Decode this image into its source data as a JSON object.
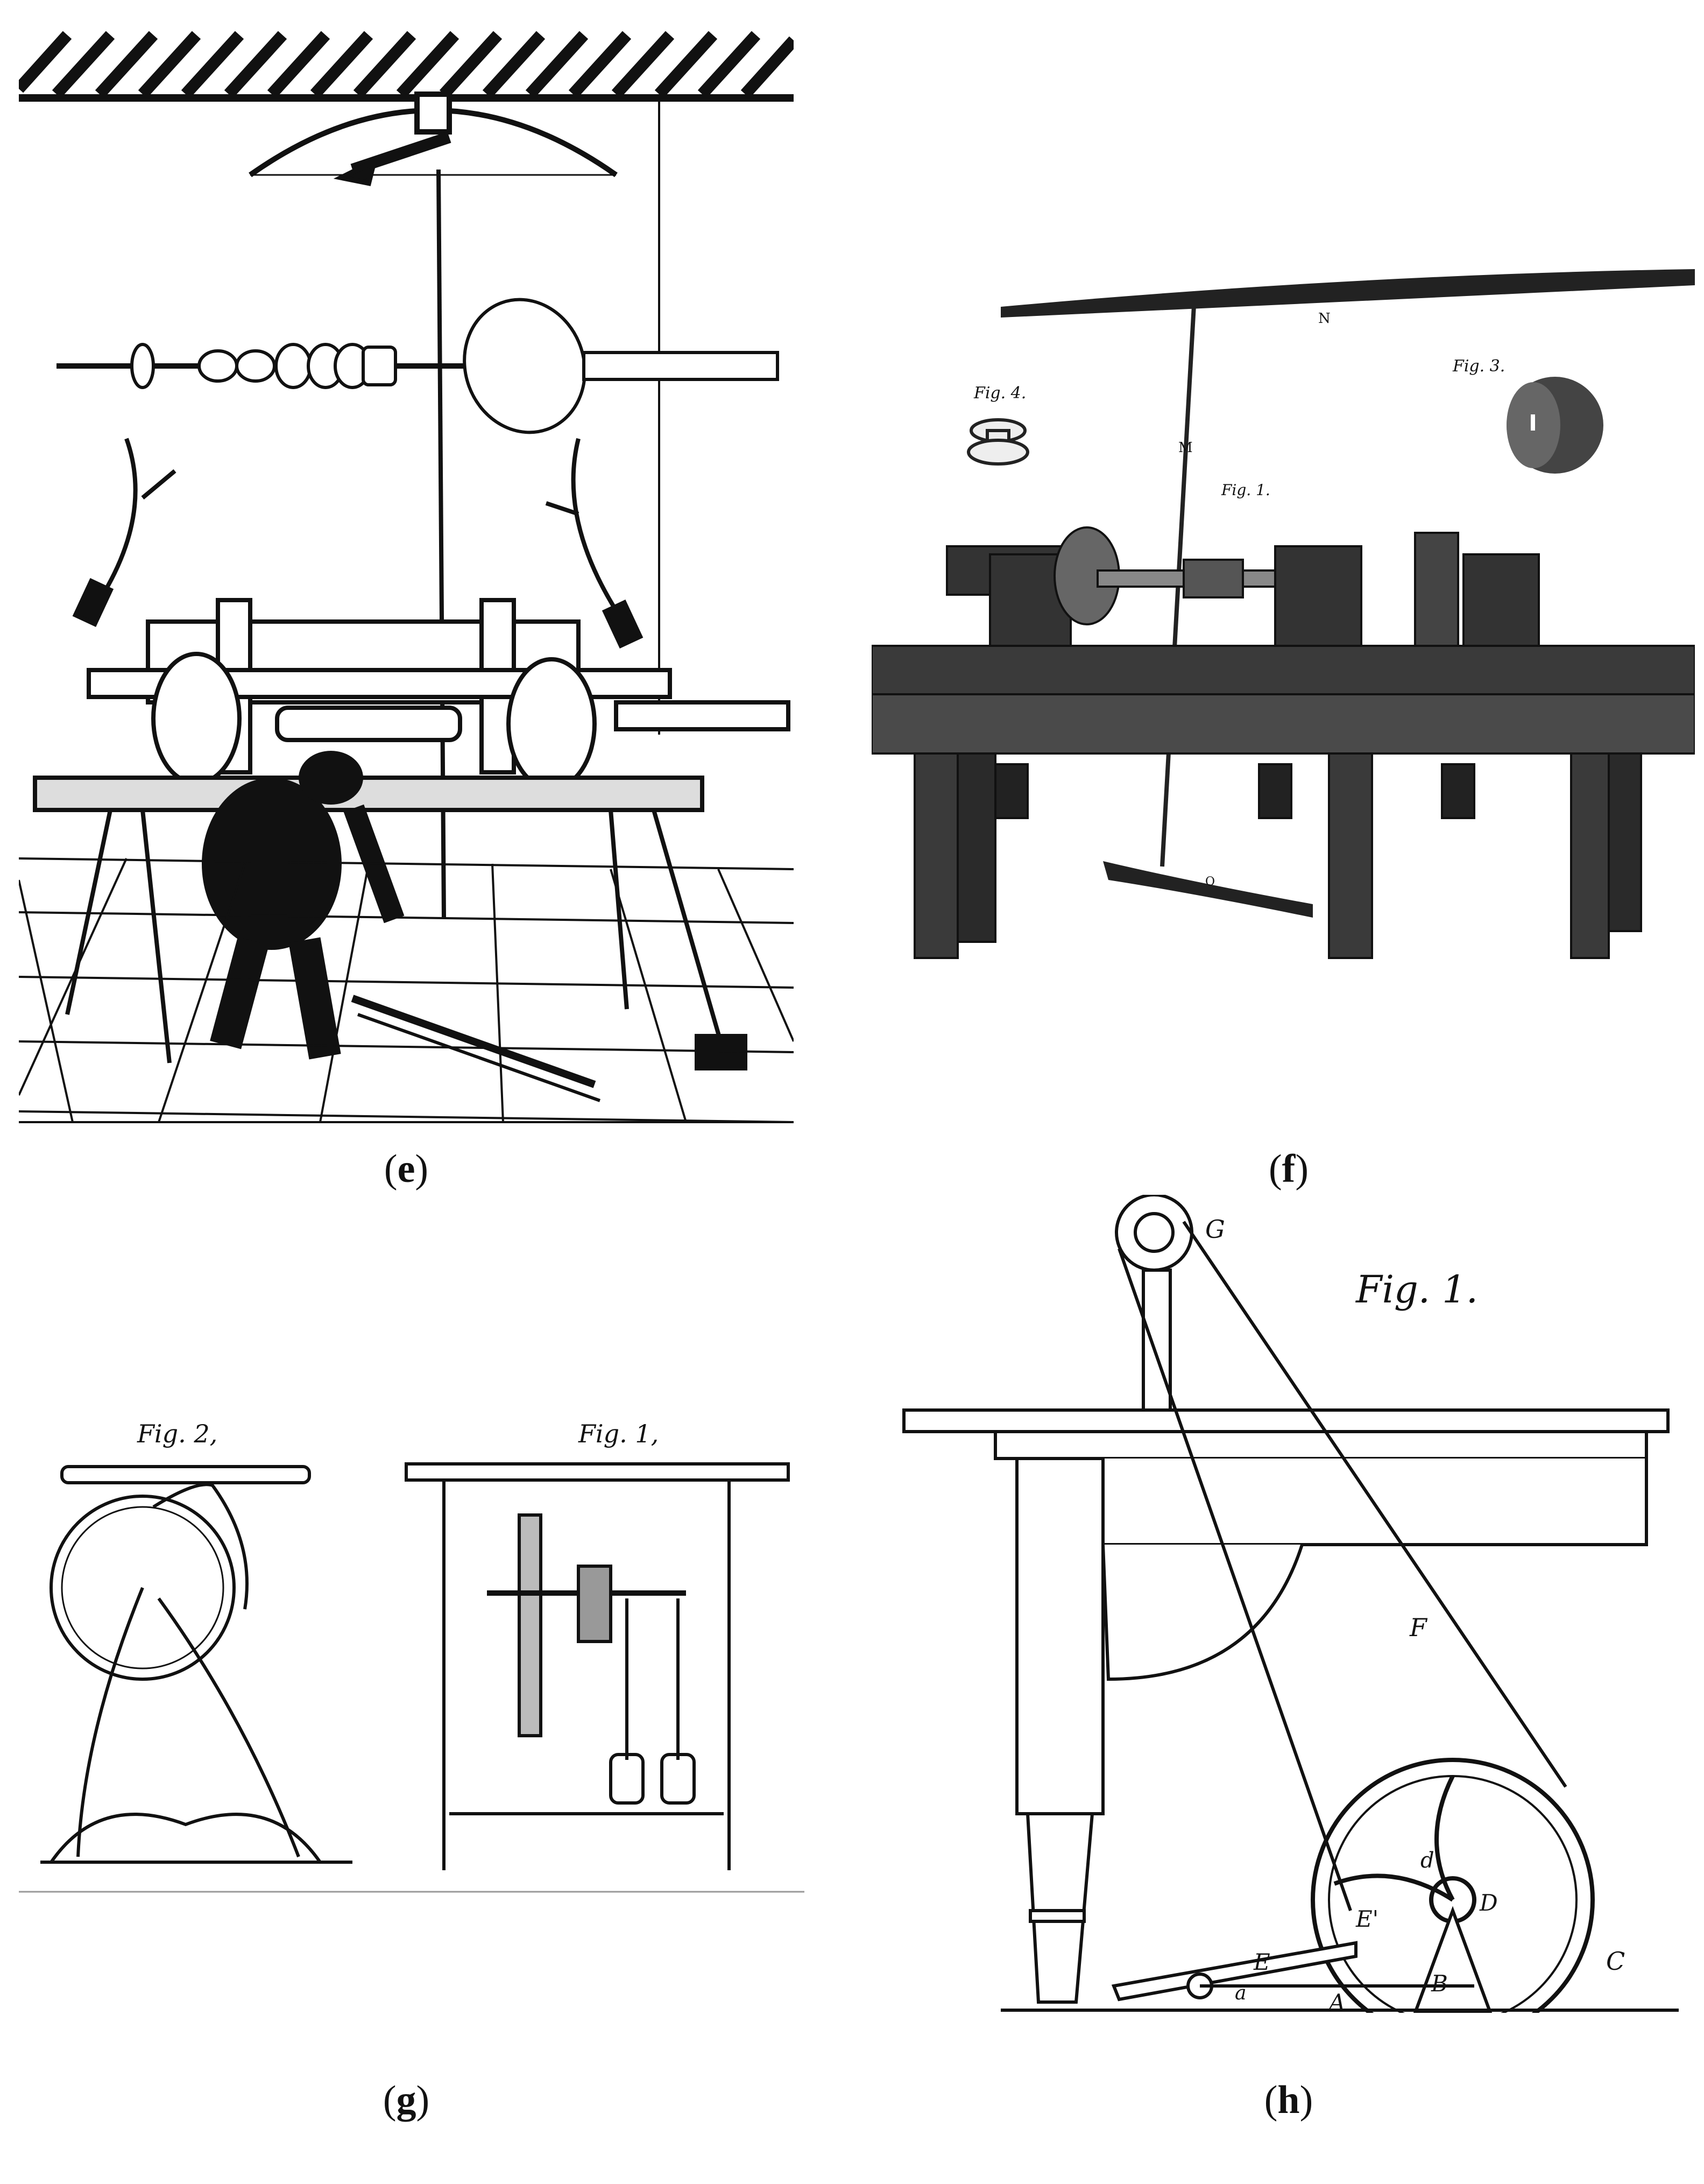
{
  "panels": {
    "e": {
      "caption_letter": "e"
    },
    "f": {
      "caption_letter": "f",
      "labels": {
        "fig4": "Fig. 4.",
        "fig3": "Fig. 3.",
        "fig1": "Fig. 1.",
        "N": "N",
        "M": "M",
        "O": "O"
      }
    },
    "g": {
      "caption_letter": "g",
      "labels": {
        "fig2": "Fig. 2,",
        "fig1": "Fig. 1,"
      }
    },
    "h": {
      "caption_letter": "h",
      "labels": {
        "fig1": "Fig. 1.",
        "G": "G",
        "F": "F",
        "C": "C",
        "D": "D",
        "d": "d",
        "E": "E",
        "E_prime": "E'",
        "B": "B",
        "a": "a",
        "A": "A"
      }
    }
  },
  "colors": {
    "ink": "#111111",
    "paper": "#ffffff",
    "aged_paper": "#f4f1ea"
  }
}
